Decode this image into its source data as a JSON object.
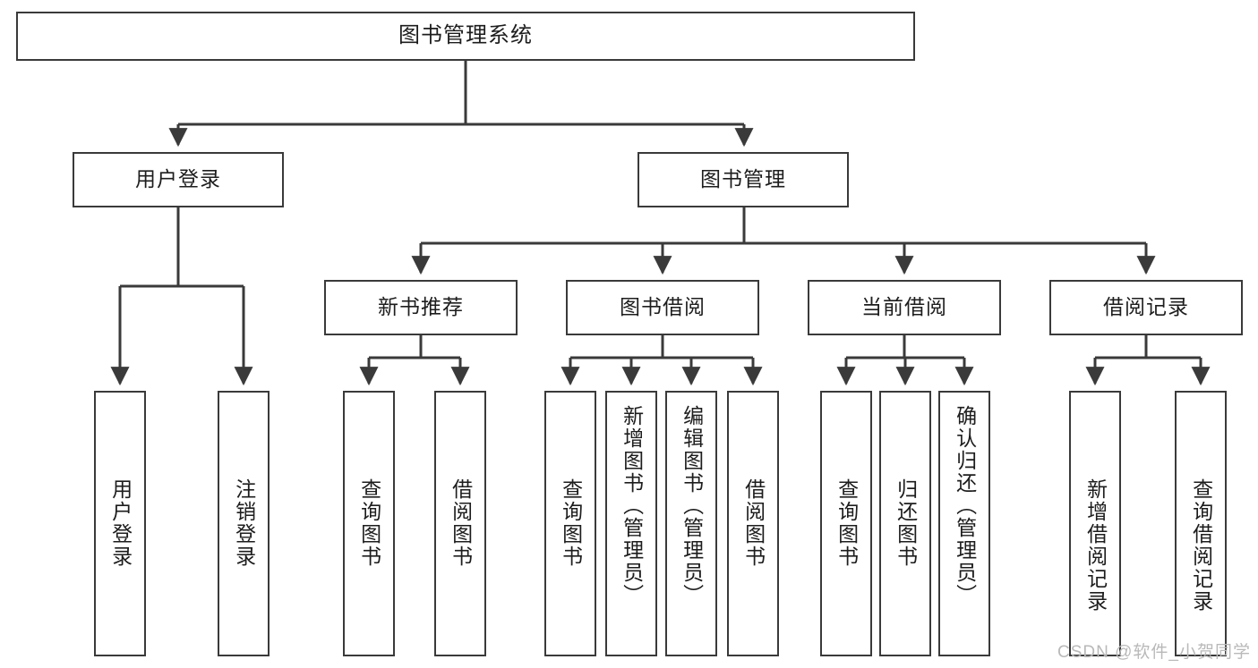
{
  "diagram": {
    "title": "图书管理系统",
    "root": {
      "label": "图书管理系统"
    },
    "level2": [
      {
        "label": "用户登录"
      },
      {
        "label": "图书管理"
      }
    ],
    "level3": [
      {
        "label": "新书推荐"
      },
      {
        "label": "图书借阅"
      },
      {
        "label": "当前借阅"
      },
      {
        "label": "借阅记录"
      }
    ],
    "leaves": {
      "user_login": [
        {
          "label": "用户登录"
        },
        {
          "label": "注销登录"
        }
      ],
      "new_book": [
        {
          "label": "查询图书"
        },
        {
          "label": "借阅图书"
        }
      ],
      "borrow_book": [
        {
          "label": "查询图书"
        },
        {
          "label": "新增图书（管理员）"
        },
        {
          "label": "编辑图书（管理员）"
        },
        {
          "label": "借阅图书"
        }
      ],
      "current_borrow": [
        {
          "label": "查询图书"
        },
        {
          "label": "归还图书"
        },
        {
          "label": "确认归还（管理员）"
        }
      ],
      "borrow_record": [
        {
          "label": "新增借阅记录"
        },
        {
          "label": "查询借阅记录"
        }
      ]
    }
  },
  "watermark": {
    "text": "CSDN @软件_小贺同学"
  },
  "colors": {
    "stroke": "#3a3a3a",
    "text": "#1d1d1d",
    "background": "#ffffff",
    "watermark": "#b9b9b9"
  }
}
